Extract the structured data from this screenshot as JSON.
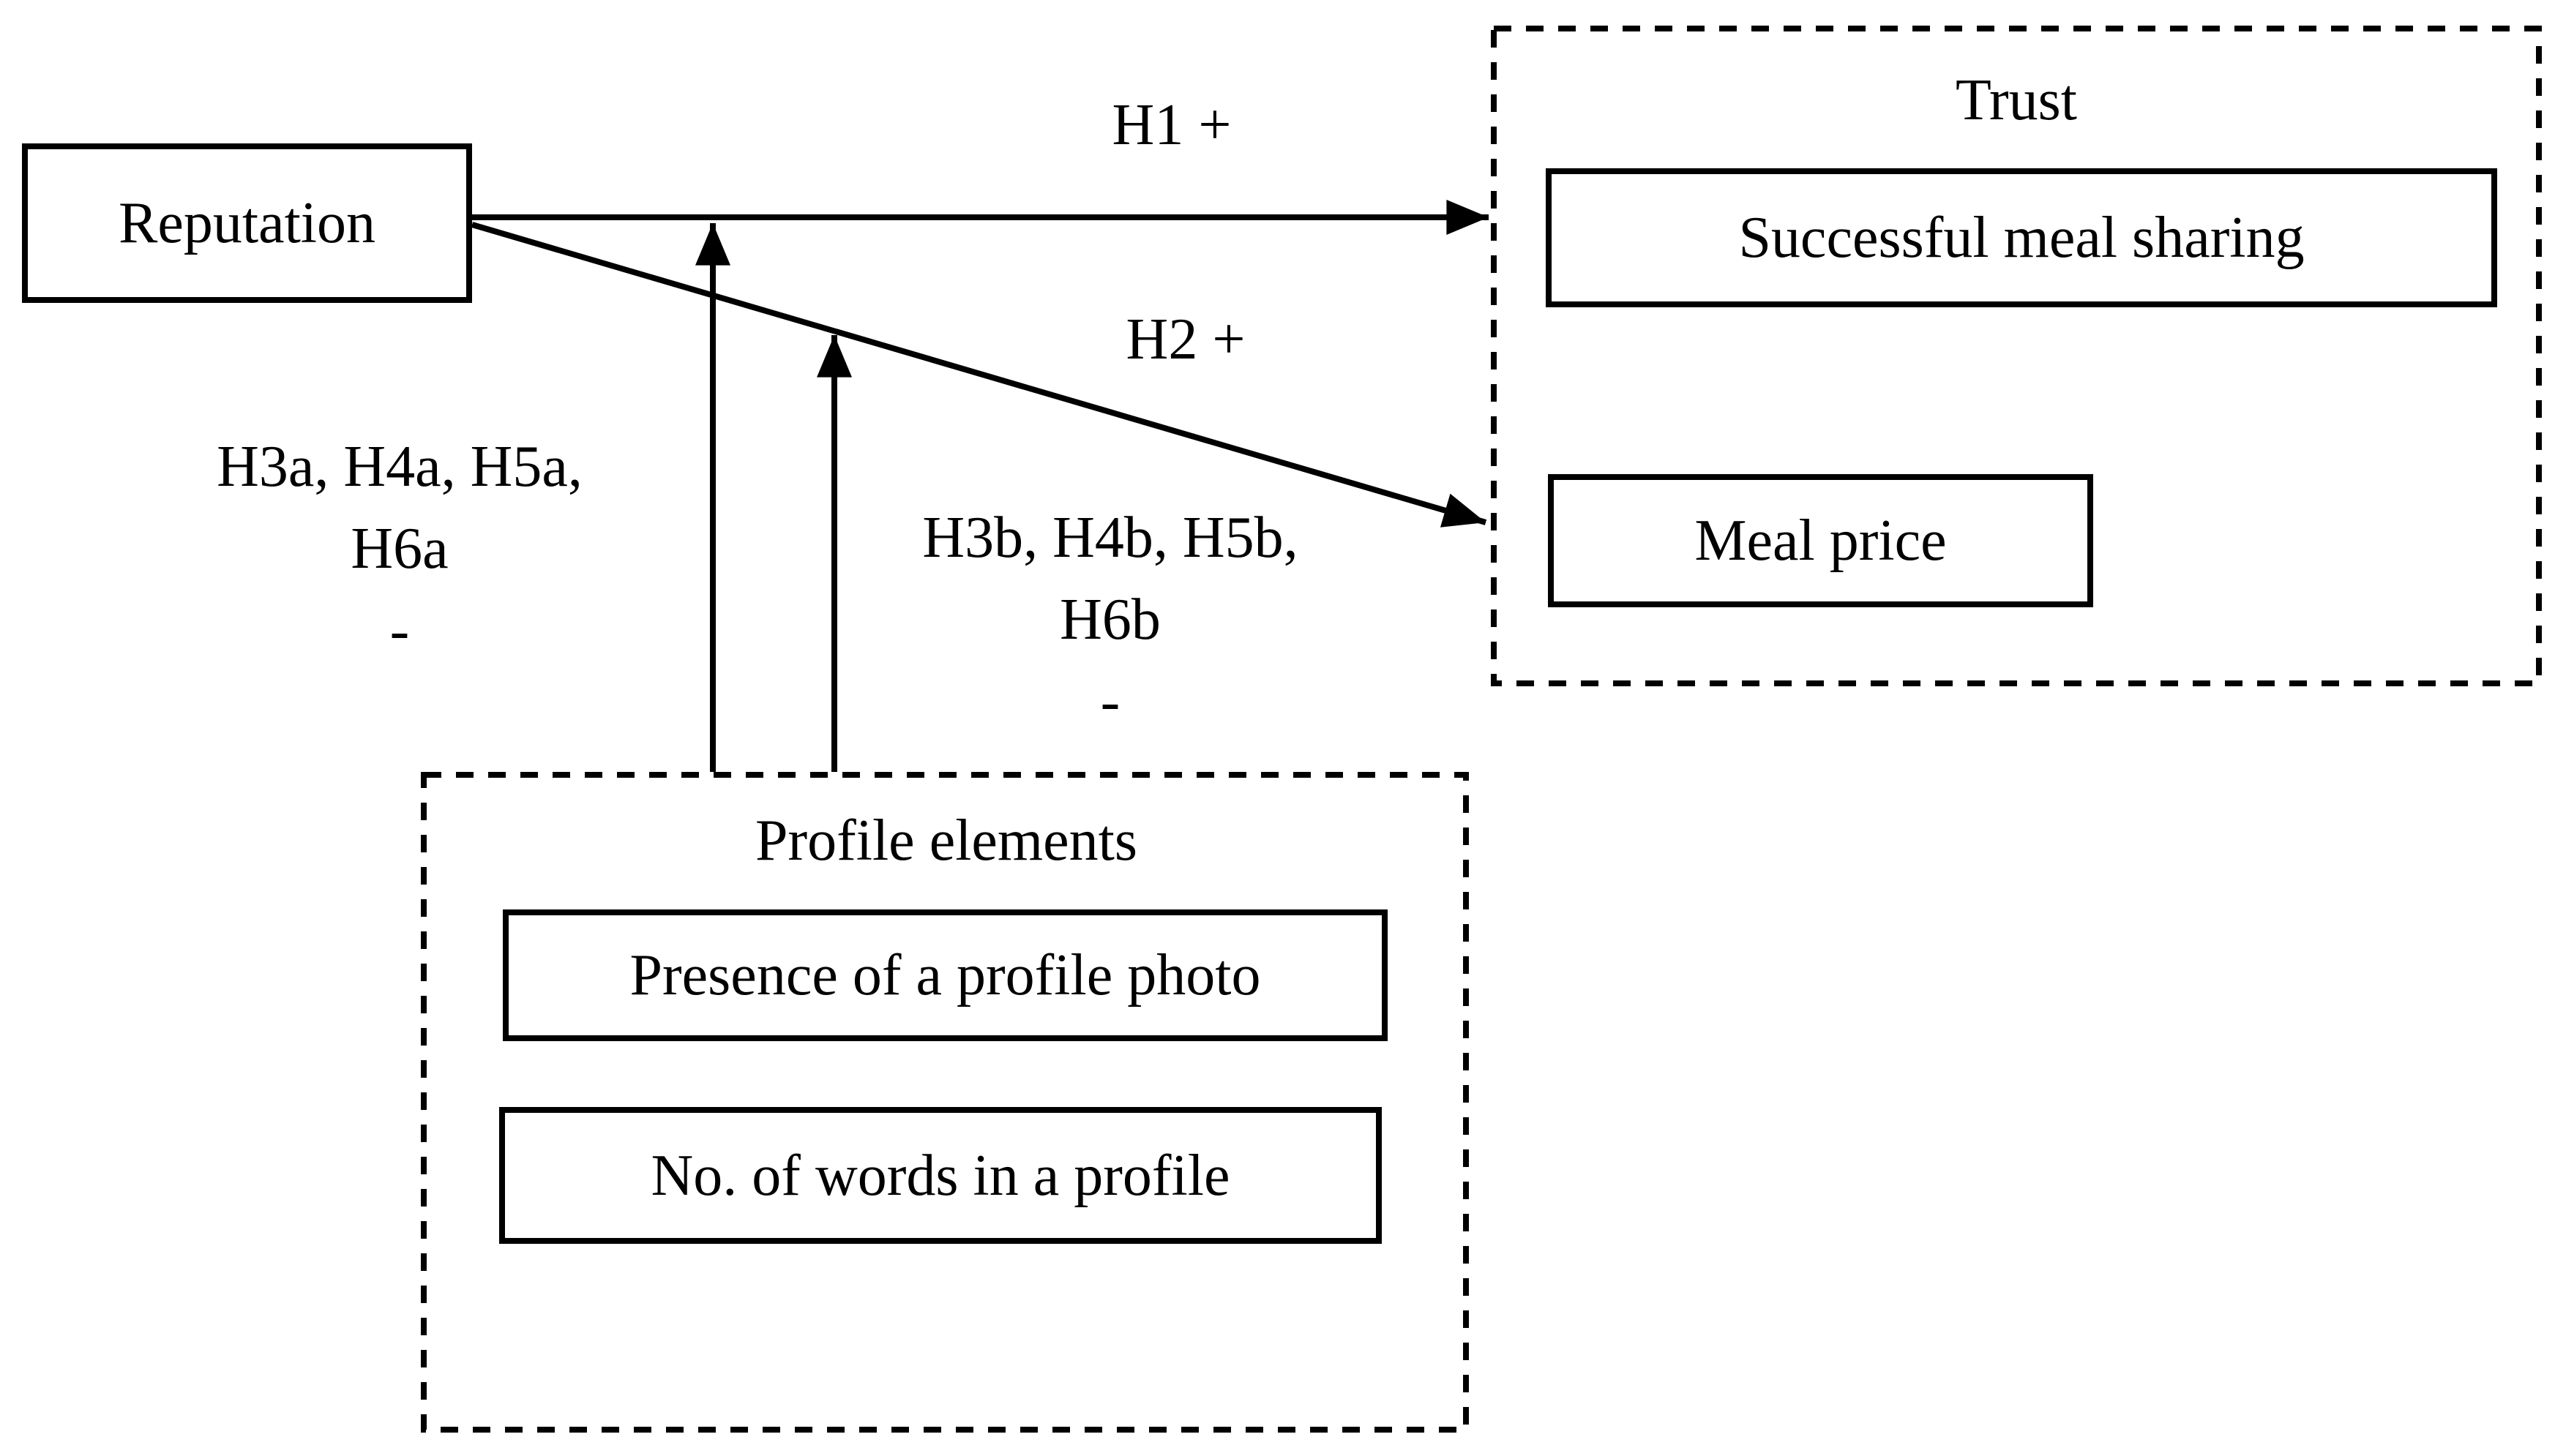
{
  "figure": {
    "background_color": "#ffffff",
    "ink_color": "#000000"
  },
  "nodes": {
    "reputation": "Reputation",
    "trust_group_title": "Trust",
    "trust_items": [
      "Successful meal sharing",
      "Meal price"
    ],
    "profile_group_title": "Profile elements",
    "profile_items": [
      "Presence of a profile photo",
      "No. of words in a profile"
    ]
  },
  "labels": {
    "h1": "H1 +",
    "h2": "H2 +",
    "h3a": {
      "line1": "H3a, H4a, H5a,",
      "line2": "H6a",
      "sign": "-"
    },
    "h3b": {
      "line1": "H3b, H4b, H5b,",
      "line2": "H6b",
      "sign": "-"
    }
  }
}
